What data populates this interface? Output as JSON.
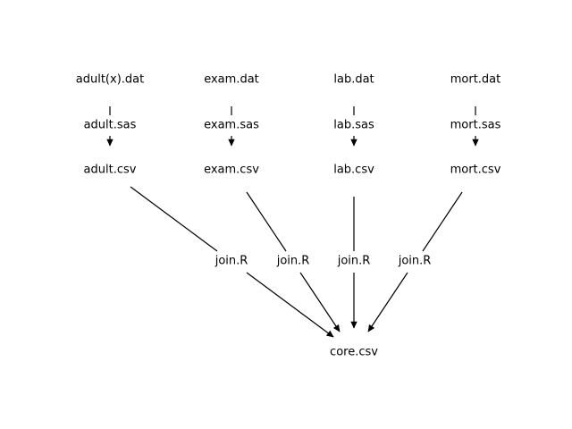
{
  "diagram": {
    "nodes": [
      {
        "id": "adult_dat",
        "label": "adult(x).dat"
      },
      {
        "id": "exam_dat",
        "label": "exam.dat"
      },
      {
        "id": "lab_dat",
        "label": "lab.dat"
      },
      {
        "id": "mort_dat",
        "label": "mort.dat"
      },
      {
        "id": "adult_sas",
        "label": "adult.sas"
      },
      {
        "id": "exam_sas",
        "label": "exam.sas"
      },
      {
        "id": "lab_sas",
        "label": "lab.sas"
      },
      {
        "id": "mort_sas",
        "label": "mort.sas"
      },
      {
        "id": "adult_csv",
        "label": "adult.csv"
      },
      {
        "id": "exam_csv",
        "label": "exam.csv"
      },
      {
        "id": "lab_csv",
        "label": "lab.csv"
      },
      {
        "id": "mort_csv",
        "label": "mort.csv"
      },
      {
        "id": "join1",
        "label": "join.R"
      },
      {
        "id": "join2",
        "label": "join.R"
      },
      {
        "id": "join3",
        "label": "join.R"
      },
      {
        "id": "join4",
        "label": "join.R"
      },
      {
        "id": "core_csv",
        "label": "core.csv"
      }
    ],
    "edges": [
      {
        "from": "adult_dat",
        "to": "adult_sas",
        "arrow": false
      },
      {
        "from": "exam_dat",
        "to": "exam_sas",
        "arrow": false
      },
      {
        "from": "lab_dat",
        "to": "lab_sas",
        "arrow": false
      },
      {
        "from": "mort_dat",
        "to": "mort_sas",
        "arrow": false
      },
      {
        "from": "adult_sas",
        "to": "adult_csv",
        "arrow": true
      },
      {
        "from": "exam_sas",
        "to": "exam_csv",
        "arrow": true
      },
      {
        "from": "lab_sas",
        "to": "lab_csv",
        "arrow": true
      },
      {
        "from": "mort_sas",
        "to": "mort_csv",
        "arrow": true
      },
      {
        "from": "adult_csv",
        "to": "join1",
        "arrow": false
      },
      {
        "from": "exam_csv",
        "to": "join2",
        "arrow": false
      },
      {
        "from": "lab_csv",
        "to": "join3",
        "arrow": false
      },
      {
        "from": "mort_csv",
        "to": "join4",
        "arrow": false
      },
      {
        "from": "join1",
        "to": "core_csv",
        "arrow": true
      },
      {
        "from": "join2",
        "to": "core_csv",
        "arrow": true
      },
      {
        "from": "join3",
        "to": "core_csv",
        "arrow": true
      },
      {
        "from": "join4",
        "to": "core_csv",
        "arrow": true
      }
    ]
  }
}
